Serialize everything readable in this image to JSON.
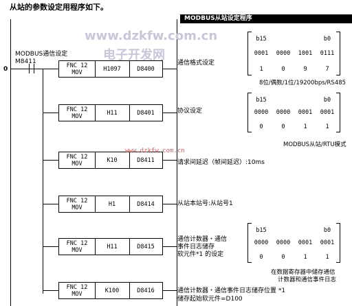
{
  "intro": "从站的参数设定用程序如下。",
  "header": "MODBUS从站设定程序",
  "contact": {
    "comment": "MODBUS通信设定",
    "device": "M8411",
    "step": "0"
  },
  "instructions": [
    {
      "fnc": "FNC 12",
      "op": "MOV",
      "src": "H1097",
      "dst": "D8400",
      "comment": [
        "通信格式设定"
      ]
    },
    {
      "fnc": "FNC 12",
      "op": "MOV",
      "src": "H11",
      "dst": "D8401",
      "comment": [
        "协议设定"
      ]
    },
    {
      "fnc": "FNC 12",
      "op": "MOV",
      "src": "K10",
      "dst": "D8411",
      "comment": [
        "请求间延迟（帧间延迟）:10ms"
      ]
    },
    {
      "fnc": "FNC 12",
      "op": "MOV",
      "src": "H1",
      "dst": "D8414",
      "comment": [
        "从站本站号:从站号1"
      ]
    },
    {
      "fnc": "FNC 12",
      "op": "MOV",
      "src": "H11",
      "dst": "D8415",
      "comment": [
        "通信计数器・通信",
        "事件日志储存",
        "软元件*1 的设定"
      ]
    },
    {
      "fnc": "FNC 12",
      "op": "MOV",
      "src": "K100",
      "dst": "D8416",
      "comment": [
        "通信计数器・通信事件日志储存位置 *1",
        "储存起始软元件=D100"
      ]
    }
  ],
  "matrices": [
    {
      "hi": "b15",
      "lo": "b0",
      "bits": [
        "0001",
        "0000",
        "1001",
        "0111"
      ],
      "hex": [
        "1",
        "0",
        "9",
        "7"
      ]
    },
    {
      "hi": "b15",
      "lo": "b0",
      "bits": [
        "0000",
        "0000",
        "0001",
        "0001"
      ],
      "hex": [
        "0",
        "0",
        "1",
        "1"
      ]
    },
    {
      "hi": "b15",
      "lo": "b0",
      "bits": [
        "0000",
        "0000",
        "0001",
        "0001"
      ],
      "hex": [
        "0",
        "0",
        "1",
        "1"
      ]
    }
  ],
  "notes": {
    "format": "8位/偶数/1位/19200bps/RS485",
    "mode": "MODBUS从站/RTU模式",
    "store_line1": "在数据寄存器中储存通信",
    "store_line2": "计数器和通信事件日志"
  },
  "watermarks": {
    "url_big": "www.dzkfw.com.cn",
    "cn": "电子开发网",
    "url_small": "www.dzkfw.com.cn"
  }
}
